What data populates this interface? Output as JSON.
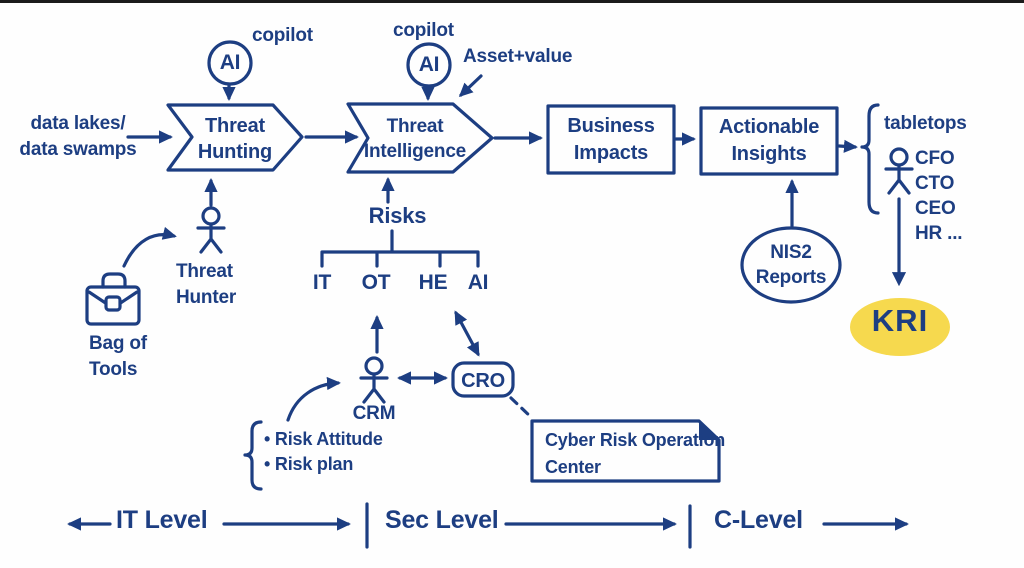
{
  "colors": {
    "ink": "#1d3e82",
    "highlight": "#f6d94e"
  },
  "nodes": {
    "data_lakes": "data lakes/\ndata swamps",
    "copilot_1": "copilot",
    "copilot_2": "copilot",
    "ai_badge_1": "AI",
    "ai_badge_2": "AI",
    "asset_value": "Asset+value",
    "threat_hunting": "Threat\nHunting",
    "threat_intelligence": "Threat\nIntelligence",
    "business_impacts": "Business\nImpacts",
    "actionable_insights": "Actionable\nInsights",
    "tabletops": "tabletops",
    "executives": [
      "CFO",
      "CTO",
      "CEO",
      "HR ..."
    ],
    "kri": "KRI",
    "nis2_reports": "NIS2\nReports",
    "risks": "Risks",
    "risk_categories": [
      "IT",
      "OT",
      "HE",
      "AI"
    ],
    "crm": "CRM",
    "cro": "CRO",
    "cyber_risk_operation_center": "Cyber Risk Operation\nCenter",
    "risk_list": [
      "• Risk Attitude",
      "• Risk plan"
    ],
    "threat_hunter": "Threat\nHunter",
    "bag_of_tools": "Bag of\nTools",
    "levels": [
      "IT Level",
      "Sec Level",
      "C-Level"
    ]
  }
}
